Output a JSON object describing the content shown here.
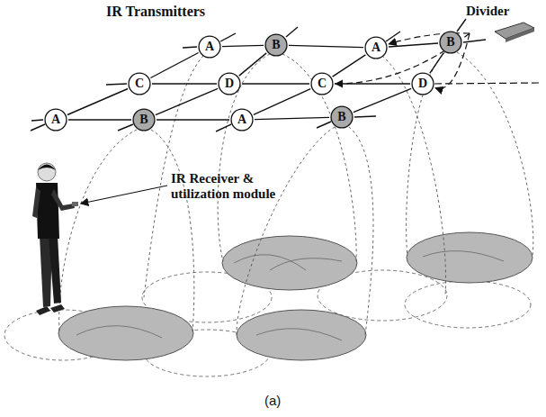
{
  "diagram": {
    "caption": "(a)",
    "nodes": [
      {
        "text": [
          "A"
        ]
      },
      {
        "text": [
          "B"
        ]
      },
      {
        "text": [
          "A"
        ]
      },
      {
        "text": [
          "B"
        ]
      },
      {
        "text": [
          "C"
        ]
      },
      {
        "text": [
          "D"
        ]
      },
      {
        "text": [
          "C"
        ]
      },
      {
        "text": [
          "D"
        ]
      },
      {
        "text": [
          "A"
        ]
      },
      {
        "text": [
          "B"
        ]
      },
      {
        "text": [
          "A"
        ]
      },
      {
        "text": [
          "B"
        ]
      },
      {
        "text": [
          "Divider"
        ]
      }
    ],
    "edges": [
      {
        "from": 0,
        "to": 1,
        "arrow": "none"
      },
      {
        "from": 1,
        "to": 2,
        "arrow": "none"
      },
      {
        "from": 2,
        "to": 3,
        "arrow": "none"
      },
      {
        "from": 4,
        "to": 5,
        "arrow": "none"
      },
      {
        "from": 5,
        "to": 6,
        "arrow": "none"
      },
      {
        "from": 6,
        "to": 7,
        "arrow": "none"
      },
      {
        "from": 8,
        "to": 9,
        "arrow": "none"
      },
      {
        "from": 9,
        "to": 10,
        "arrow": "none"
      },
      {
        "from": 10,
        "to": 11,
        "arrow": "none"
      },
      {
        "from": 8,
        "to": 4,
        "arrow": "none"
      },
      {
        "from": 4,
        "to": 0,
        "arrow": "none"
      },
      {
        "from": 9,
        "to": 5,
        "arrow": "none"
      },
      {
        "from": 5,
        "to": 1,
        "arrow": "none"
      },
      {
        "from": 10,
        "to": 6,
        "arrow": "none"
      },
      {
        "from": 6,
        "to": 2,
        "arrow": "none"
      },
      {
        "from": 11,
        "to": 7,
        "arrow": "none"
      },
      {
        "from": 7,
        "to": 3,
        "arrow": "none"
      },
      {
        "from": 12,
        "to": 2,
        "arrow": "to"
      },
      {
        "from": 12,
        "to": 6,
        "arrow": "to"
      },
      {
        "from": 12,
        "to": 7,
        "arrow": "to"
      }
    ],
    "labels": [
      "IR Transmitters",
      "IR Receiver & utilization module"
    ]
  }
}
